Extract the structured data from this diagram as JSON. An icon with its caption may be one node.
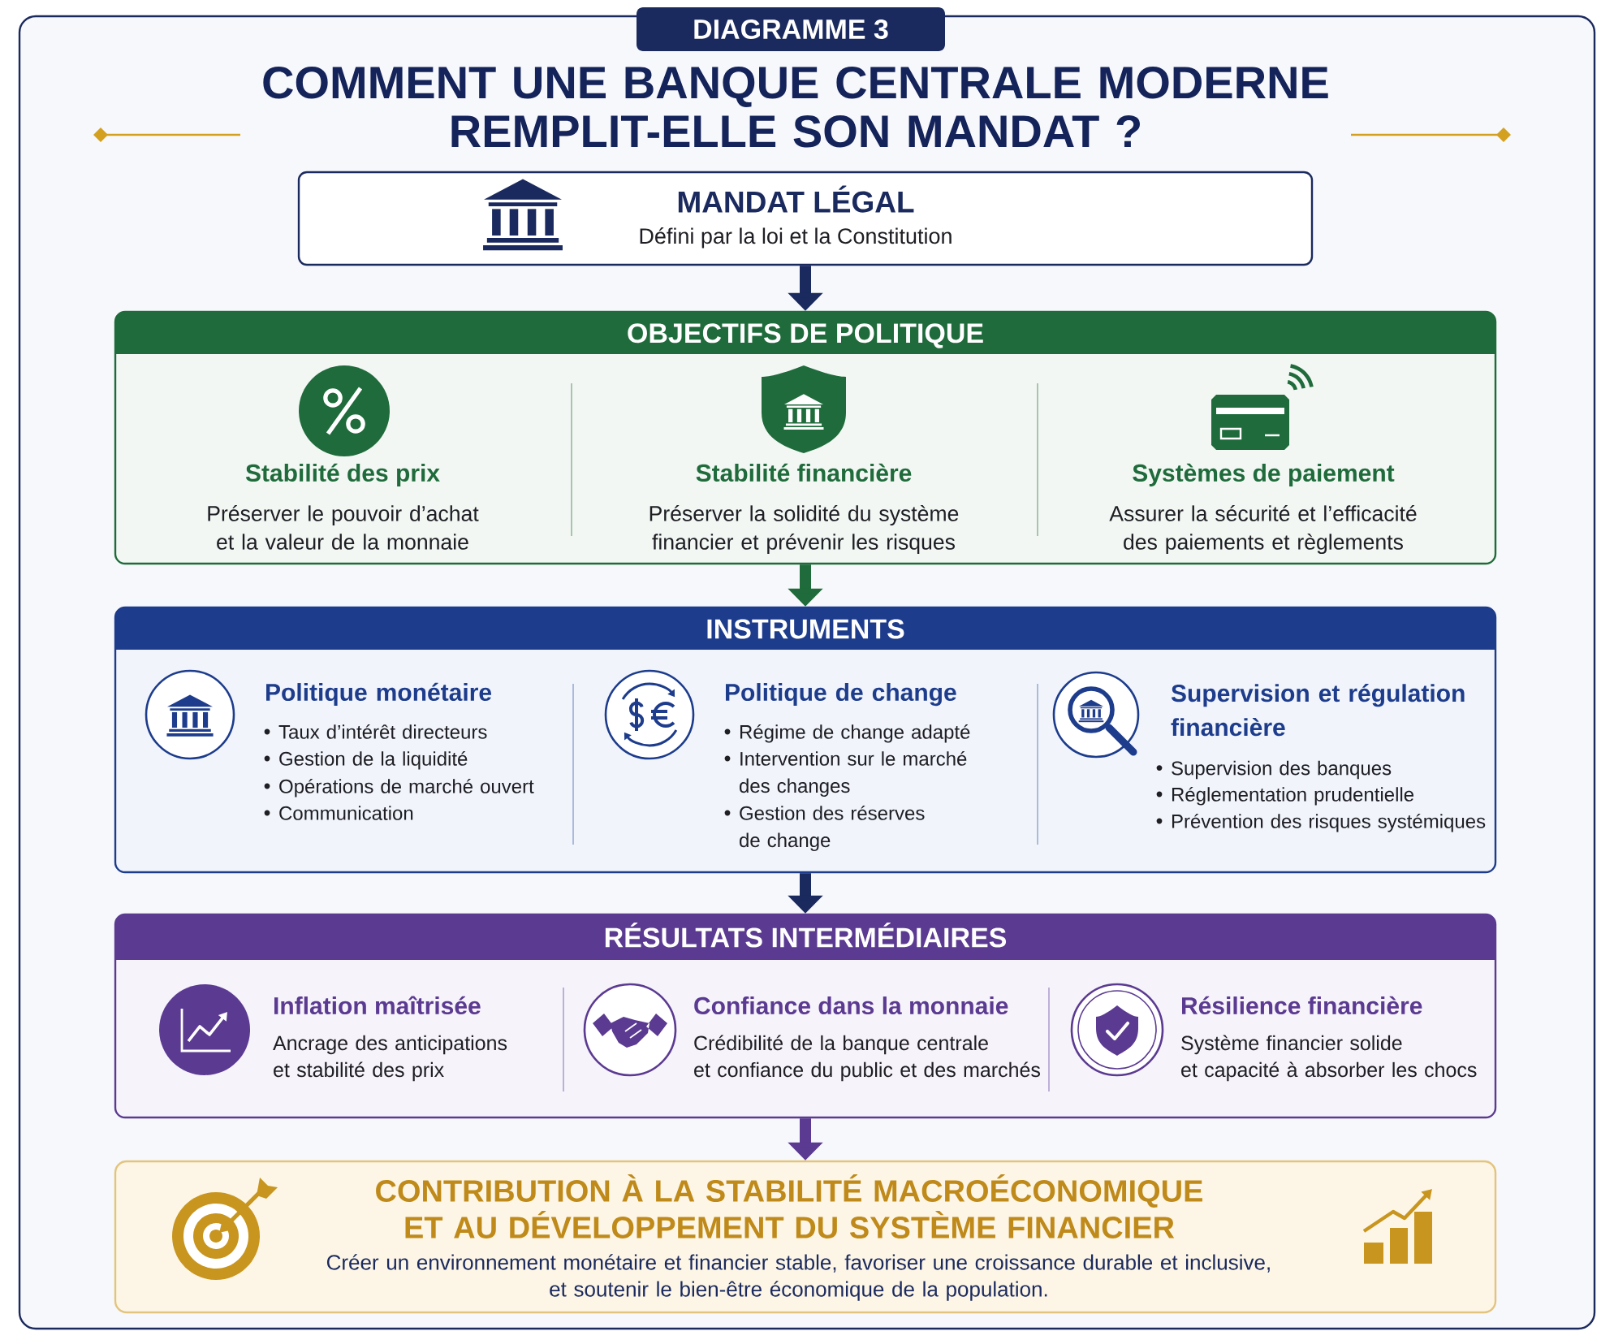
{
  "diagram": {
    "title": "COMMENT UNE BANQUE CENTRALE MODERNE REMPLIT-ELLE SON MANDAT ?",
    "nodes": [
      {
        "text": [
          "MANDAT LÉGAL",
          "Défini par la loi et la Constitution"
        ]
      },
      {
        "text": [
          "OBJECTIFS DE POLITIQUE"
        ]
      },
      {
        "text": [
          "Stabilité des prix",
          "Préserver le pouvoir d’achat et la valeur de la monnaie"
        ],
        "in": 1
      },
      {
        "text": [
          "Stabilité financière",
          "Préserver la solidité du système financier et prévenir les risques"
        ],
        "in": 1
      },
      {
        "text": [
          "Systèmes de paiement",
          "Assurer la sécurité et l’efficacité des paiements et règlements"
        ],
        "in": 1
      },
      {
        "text": [
          "INSTRUMENTS"
        ]
      },
      {
        "text": [
          "Politique monétaire",
          "Taux d’intérêt directeurs",
          "Gestion de la liquidité",
          "Opérations de marché ouvert",
          "Communication"
        ],
        "in": 5
      },
      {
        "text": [
          "Politique de change",
          "Régime de change adapté",
          "Intervention sur le marché des changes",
          "Gestion des réserves de change"
        ],
        "in": 5
      },
      {
        "text": [
          "Supervision et régulation financière",
          "Supervision des banques",
          "Réglementation prudentielle",
          "Prévention des risques systémiques"
        ],
        "in": 5
      },
      {
        "text": [
          "RÉSULTATS INTERMÉDIAIRES"
        ]
      },
      {
        "text": [
          "Inflation maîtrisée",
          "Ancrage des anticipations et stabilité des prix"
        ],
        "in": 9
      },
      {
        "text": [
          "Confiance dans la monnaie",
          "Crédibilité de la banque centrale et confiance du public et des marchés"
        ],
        "in": 9
      },
      {
        "text": [
          "Résilience financière",
          "Système financier solide et capacité à absorber les chocs"
        ],
        "in": 9
      },
      {
        "text": [
          "CONTRIBUTION À LA STABILITÉ MACROÉCONOMIQUE ET AU DÉVELOPPEMENT DU SYSTÈME FINANCIER",
          "Créer un environnement monétaire et financier stable, favoriser une croissance durable et inclusive, et soutenir le bien-être économique de la population."
        ]
      }
    ],
    "edges": [
      {
        "from": 0,
        "to": 1,
        "arrow": "to"
      },
      {
        "from": 1,
        "to": 5,
        "arrow": "to",
        "color": "#1f6b3b"
      },
      {
        "from": 5,
        "to": 9,
        "arrow": "to"
      },
      {
        "from": 9,
        "to": 13,
        "arrow": "to",
        "color": "#5b3a91"
      }
    ],
    "labels": [
      "DIAGRAMME 3"
    ]
  }
}
